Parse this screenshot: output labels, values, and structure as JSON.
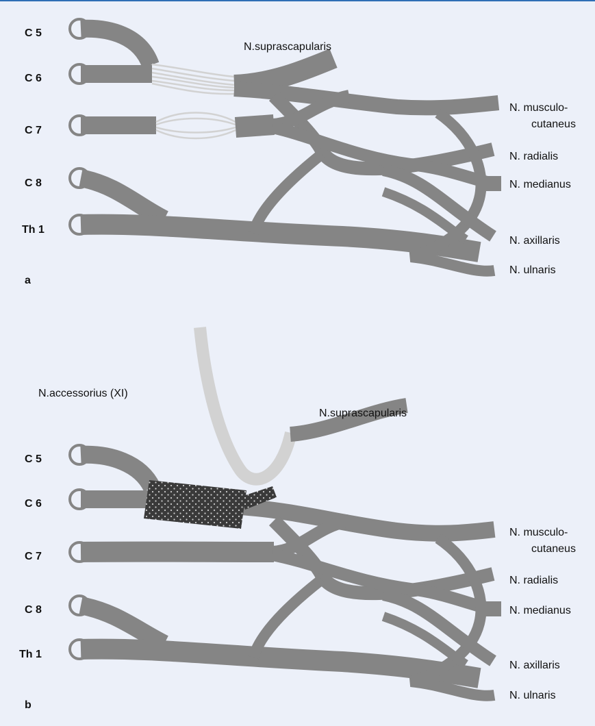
{
  "panel_a": {
    "letter": "a",
    "roots": [
      "C 5",
      "C 6",
      "C 7",
      "C 8",
      "Th 1"
    ],
    "label_suprascapular": "N.suprascapularis",
    "branches": {
      "musculo_1": "N. musculo-",
      "musculo_2": "cutaneus",
      "radialis": "N. radialis",
      "medianus": "N. medianus",
      "axillaris": "N. axillaris",
      "ulnaris": "N. ulnaris"
    }
  },
  "panel_b": {
    "letter": "b",
    "roots": [
      "C 5",
      "C 6",
      "C 7",
      "C 8",
      "Th 1"
    ],
    "label_accessorius": "N.accessorius (XI)",
    "label_suprascapular": "N.suprascapularis",
    "branches": {
      "musculo_1": "N. musculo-",
      "musculo_2": "cutaneus",
      "radialis": "N. radialis",
      "medianus": "N. medianus",
      "axillaris": "N. axillaris",
      "ulnaris": "N. ulnaris"
    }
  },
  "colors": {
    "background": "#ecf0f9",
    "nerve": "#858585",
    "graft": "#d2d2d2",
    "conduit": "#3a3a3a",
    "rule": "#2f6fb5"
  }
}
